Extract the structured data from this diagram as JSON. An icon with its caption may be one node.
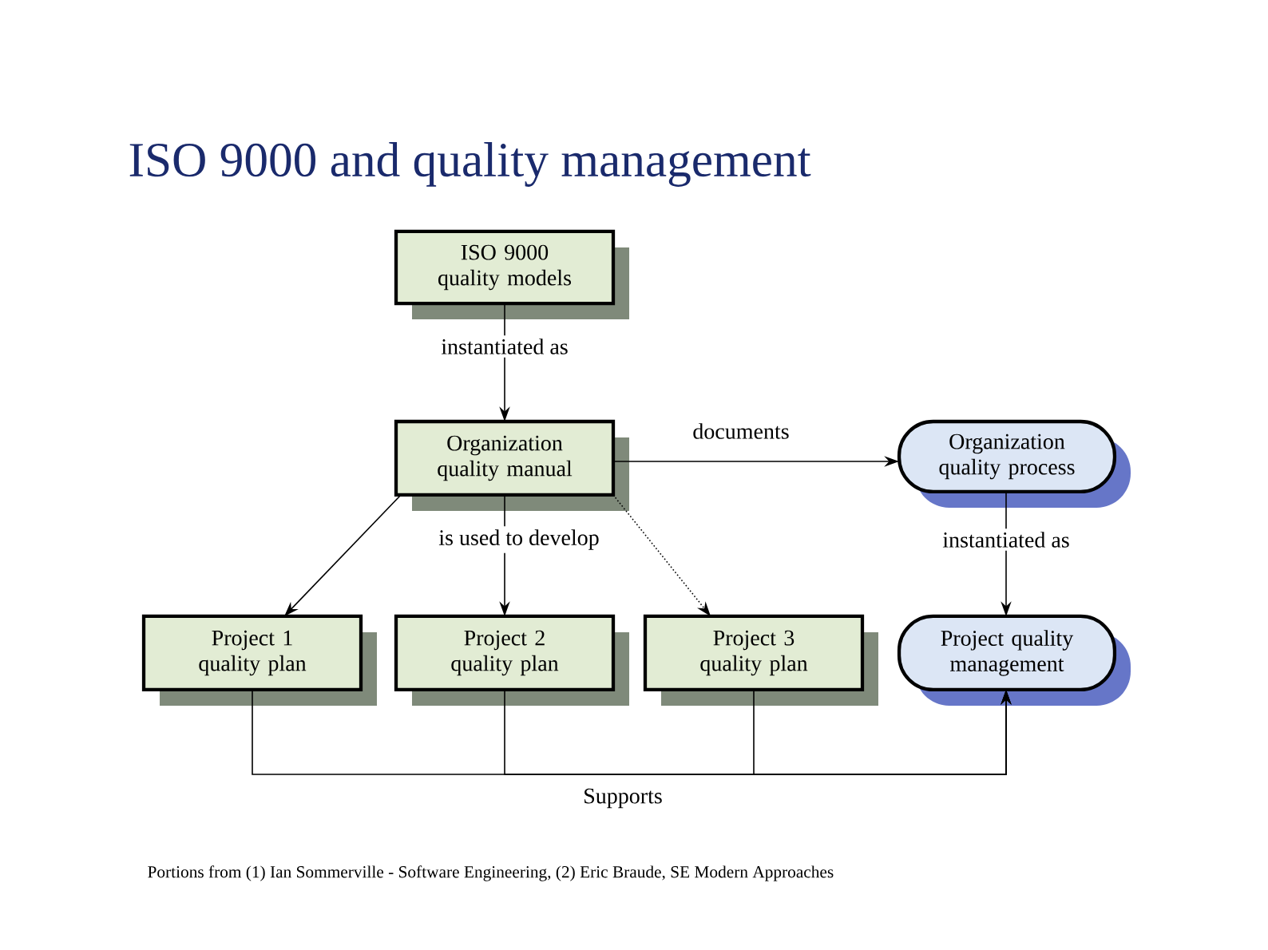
{
  "diagram": {
    "title": "ISO 9000 and quality management",
    "caption": "Portions from (1) Ian Sommerville - Software Engineering, (2) Eric Braude, SE Modern Approaches",
    "nodes": [
      {
        "text": [
          "ISO 9000 quality models"
        ]
      },
      {
        "text": [
          "Organization quality manual"
        ]
      },
      {
        "text": [
          "Organization quality process"
        ]
      },
      {
        "text": [
          "Project 1 quality plan"
        ]
      },
      {
        "text": [
          "Project 2 quality plan"
        ]
      },
      {
        "text": [
          "Project 3 quality plan"
        ]
      },
      {
        "text": [
          "Project quality management"
        ]
      }
    ],
    "edges": [
      {
        "from": 0,
        "to": 1,
        "arrow": "to",
        "label": "instantiated as"
      },
      {
        "from": 1,
        "to": 2,
        "arrow": "to",
        "label": "documents"
      },
      {
        "from": 1,
        "to": 3,
        "arrow": "to"
      },
      {
        "from": 1,
        "to": 4,
        "arrow": "to",
        "label": "is used to develop"
      },
      {
        "from": 1,
        "to": 5,
        "arrow": "to",
        "style": "dashed"
      },
      {
        "from": 2,
        "to": 6,
        "arrow": "to",
        "label": "instantiated as"
      },
      {
        "from": 3,
        "to": 6,
        "arrow": "to"
      },
      {
        "from": 4,
        "to": 6,
        "arrow": "to",
        "label": "Supports"
      },
      {
        "from": 5,
        "to": 6,
        "arrow": "to"
      }
    ]
  }
}
